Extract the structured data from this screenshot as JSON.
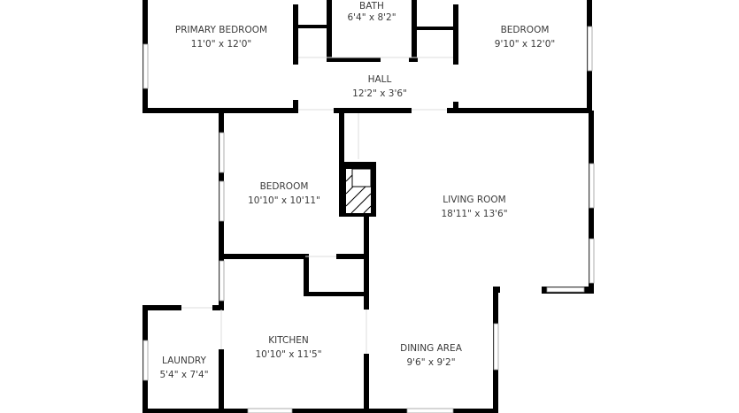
{
  "rooms": [
    {
      "name": "BATH",
      "size": "6'4\" x 8'2\""
    },
    {
      "name": "PRIMARY BEDROOM",
      "size": "11'0\" x 12'0\""
    },
    {
      "name": "BEDROOM",
      "size": "9'10\" x 12'0\""
    },
    {
      "name": "HALL",
      "size": "12'2\" x 3'6\""
    },
    {
      "name": "BEDROOM",
      "size": "10'10\" x 10'11\""
    },
    {
      "name": "LIVING ROOM",
      "size": "18'11\" x 13'6\""
    },
    {
      "name": "KITCHEN",
      "size": "10'10\" x 11'5\""
    },
    {
      "name": "LAUNDRY",
      "size": "5'4\" x 7'4\""
    },
    {
      "name": "DINING AREA",
      "size": "9'6\" x 9'2\""
    }
  ],
  "colors": {
    "wall": "#000000",
    "text": "#3a3a3a",
    "background": "#ffffff"
  }
}
